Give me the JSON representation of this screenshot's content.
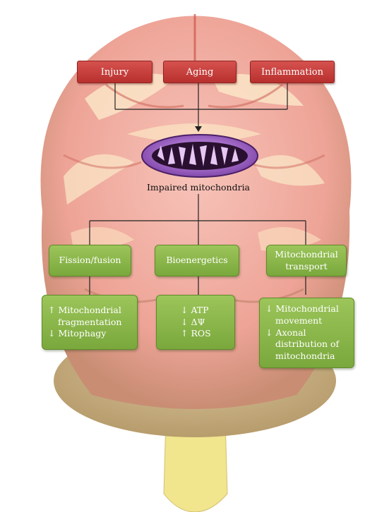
{
  "causes": [
    "Injury",
    "Aging",
    "Inflammation"
  ],
  "center_label": "Impaired mitochondria",
  "categories": [
    {
      "title_lines": [
        "Fission/fusion"
      ],
      "effects": [
        "↑ Mitochondrial",
        "fragmentation",
        "↓ Mitophagy"
      ]
    },
    {
      "title_lines": [
        "Bioenergetics"
      ],
      "effects": [
        "↓ ATP",
        "↓ ΔΨ",
        "↑ ROS"
      ]
    },
    {
      "title_lines": [
        "Mitochondrial",
        "transport"
      ],
      "effects": [
        "↓ Mitochondrial",
        "movement",
        "↓ Axonal",
        "distribution of",
        "mitochondria"
      ]
    }
  ],
  "colors": {
    "cause_box": "#c43f3c",
    "category_box": "#8ab84a",
    "connector": "#222222",
    "brain_tint": "#f2a59c"
  }
}
